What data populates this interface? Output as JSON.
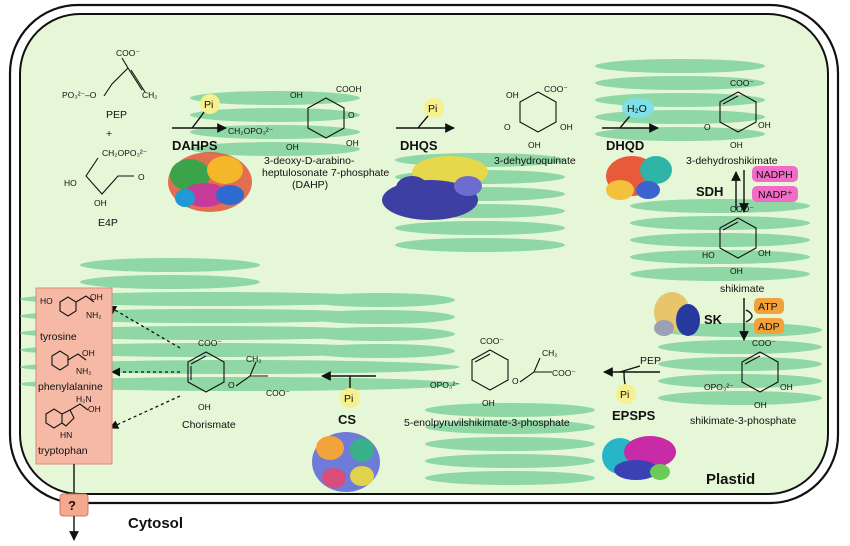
{
  "compartments": {
    "plastid": "Plastid",
    "cytosol": "Cytosol"
  },
  "substrates": {
    "pep": "PEP",
    "plus": "+",
    "e4p": "E4P"
  },
  "enzymes": {
    "dahps": "DAHPS",
    "dhqs": "DHQS",
    "dhqd": "DHQD",
    "sdh": "SDH",
    "sk": "SK",
    "epsps": "EPSPS",
    "cs": "CS"
  },
  "intermediates": {
    "dahp_line1": "3-deoxy-D-arabino-",
    "dahp_line2": "heptulosonate 7-phosphate",
    "dahp_line3": "(DAHP)",
    "dhq": "3-dehydroquinate",
    "dhs": "3-dehydroshikimate",
    "shikimate": "shikimate",
    "s3p": "shikimate-3-phosphate",
    "epsp": "5-enolpyruvilshikimate-3-phosphate",
    "chorismate": "Chorismate"
  },
  "cofactors": {
    "pi": "Pi",
    "h2o": "H₂O",
    "nadph": "NADPH",
    "nadp": "NADP⁺",
    "atp": "ATP",
    "adp": "ADP",
    "pep_in": "PEP"
  },
  "products": [
    "tyrosine",
    "phenylalanine",
    "tryptophan"
  ],
  "export_marker": "?",
  "chem_labels": {
    "coo": "COO⁻",
    "cooh": "COOH",
    "oh": "OH",
    "ho": "HO",
    "o": "O",
    "po3": "PO₃²⁻",
    "po3_o": "PO₃²⁻–O",
    "ch2": "CH₂",
    "ch2opo3": "CH₂OPO₃²⁻",
    "opo3": "OPO₃²⁻",
    "nh2": "NH₂",
    "h2n": "H₂N",
    "hn": "HN"
  },
  "colors": {
    "plastid_fill": "#e6f7d8",
    "thylakoid": "#86d4a0",
    "pi_fill": "#f7f08e",
    "h2o_fill": "#7ee0e8",
    "nad_fill": "#f06cc6",
    "atp_fill": "#f3a23a",
    "products_fill": "#f6b9a6",
    "export_fill": "#f3a98e"
  }
}
